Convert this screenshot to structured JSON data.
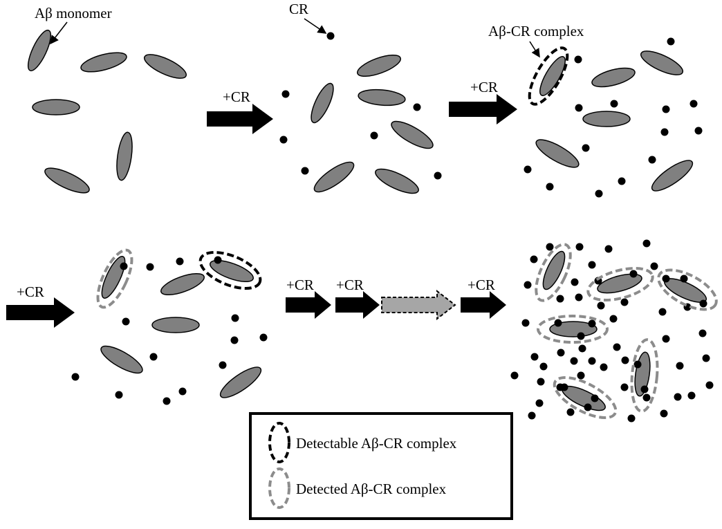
{
  "labels": {
    "monomer": "Aβ monomer",
    "cr": "CR",
    "complex": "Aβ-CR complex"
  },
  "arrows": [
    {
      "label": "+CR"
    },
    {
      "label": "+CR"
    },
    {
      "label": "+CR"
    },
    {
      "label": "+CR"
    },
    {
      "label": "+CR"
    },
    {
      "label": "",
      "style": "dashed"
    },
    {
      "label": "+CR"
    }
  ],
  "legend": {
    "detectable": "Detectable Aβ-CR complex",
    "detected": "Detected Aβ-CR complex"
  },
  "colors": {
    "monomer_fill": "#808080",
    "detectable": "#000000",
    "detected": "#8c8c8c",
    "dot": "#000000",
    "dashed_arrow_fill": "#a6a6a6"
  }
}
